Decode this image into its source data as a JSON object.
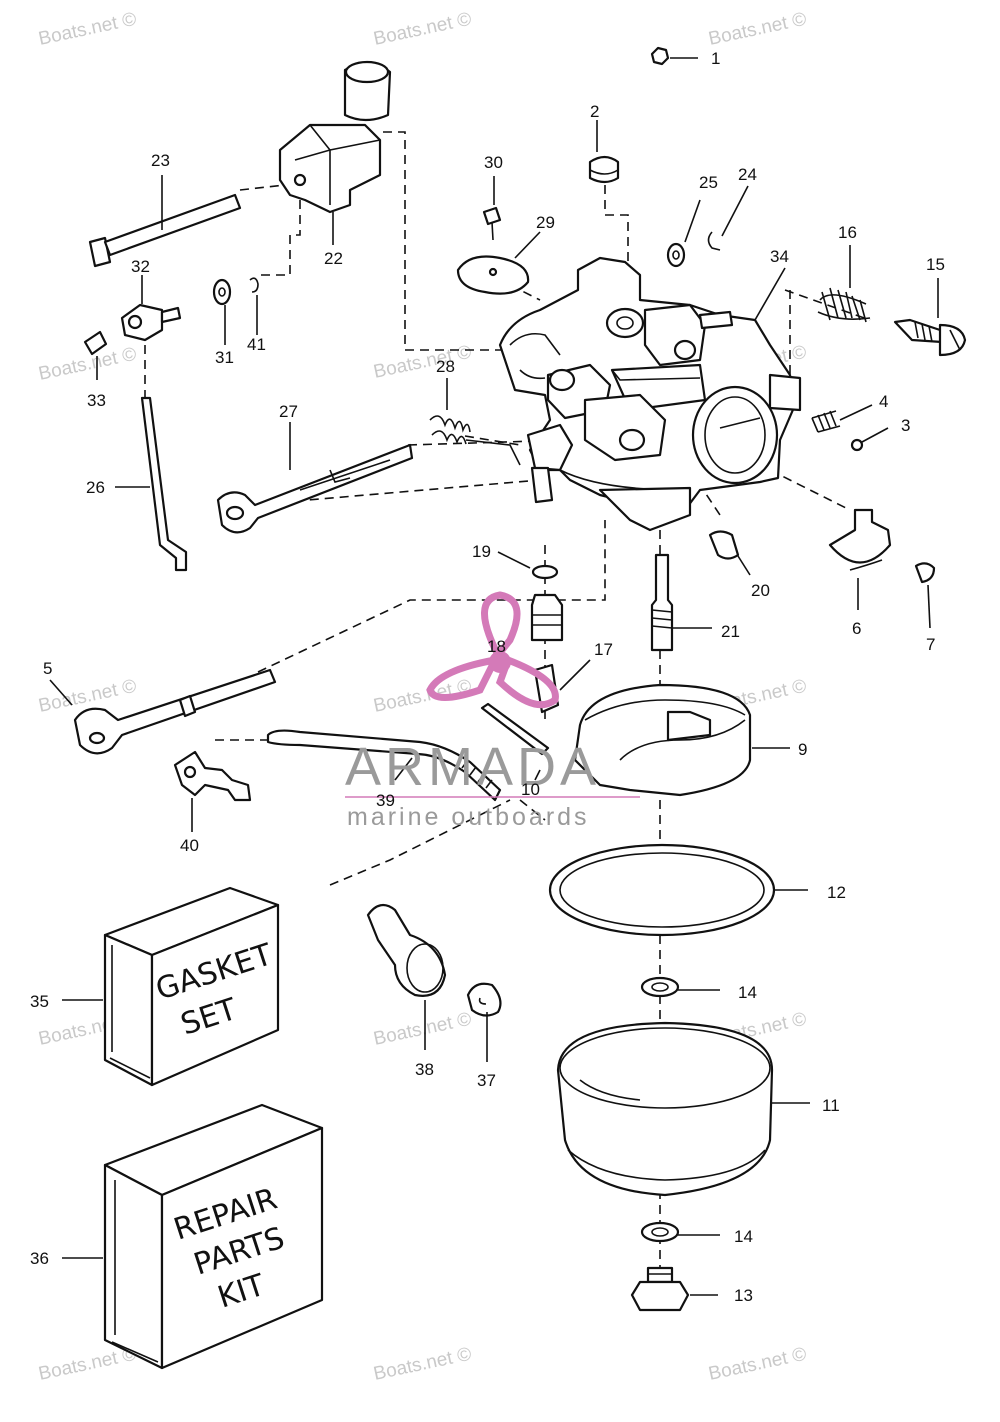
{
  "watermark": {
    "text": "Boats.net ©"
  },
  "brand": {
    "name": "ARMADA",
    "tagline": "marine outboards",
    "accent": "#d47ab8",
    "text_color": "#9a9a9a"
  },
  "box_labels": {
    "gasket": [
      "GASKET",
      "SET"
    ],
    "repair": [
      "REPAIR",
      "PARTS",
      "KIT"
    ]
  },
  "callouts": [
    "1",
    "2",
    "3",
    "4",
    "5",
    "6",
    "7",
    "9",
    "10",
    "11",
    "12",
    "13",
    "14",
    "14",
    "15",
    "16",
    "17",
    "18",
    "19",
    "20",
    "21",
    "22",
    "23",
    "24",
    "25",
    "26",
    "27",
    "28",
    "29",
    "30",
    "31",
    "32",
    "33",
    "34",
    "35",
    "36",
    "37",
    "38",
    "39",
    "40",
    "41"
  ]
}
